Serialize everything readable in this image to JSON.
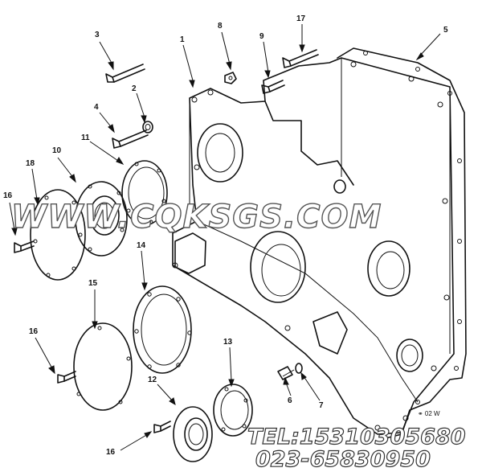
{
  "diagram": {
    "callouts": [
      "1",
      "2",
      "3",
      "4",
      "5",
      "6",
      "7",
      "8",
      "9",
      "10",
      "11",
      "12",
      "13",
      "14",
      "15",
      "16",
      "17",
      "18"
    ],
    "figure_id": "⚭ 02 W"
  },
  "watermark": {
    "site": "WWW.CQKSGS.COM",
    "phone": "TEL:15310305680",
    "phone2": "023-65830950"
  }
}
